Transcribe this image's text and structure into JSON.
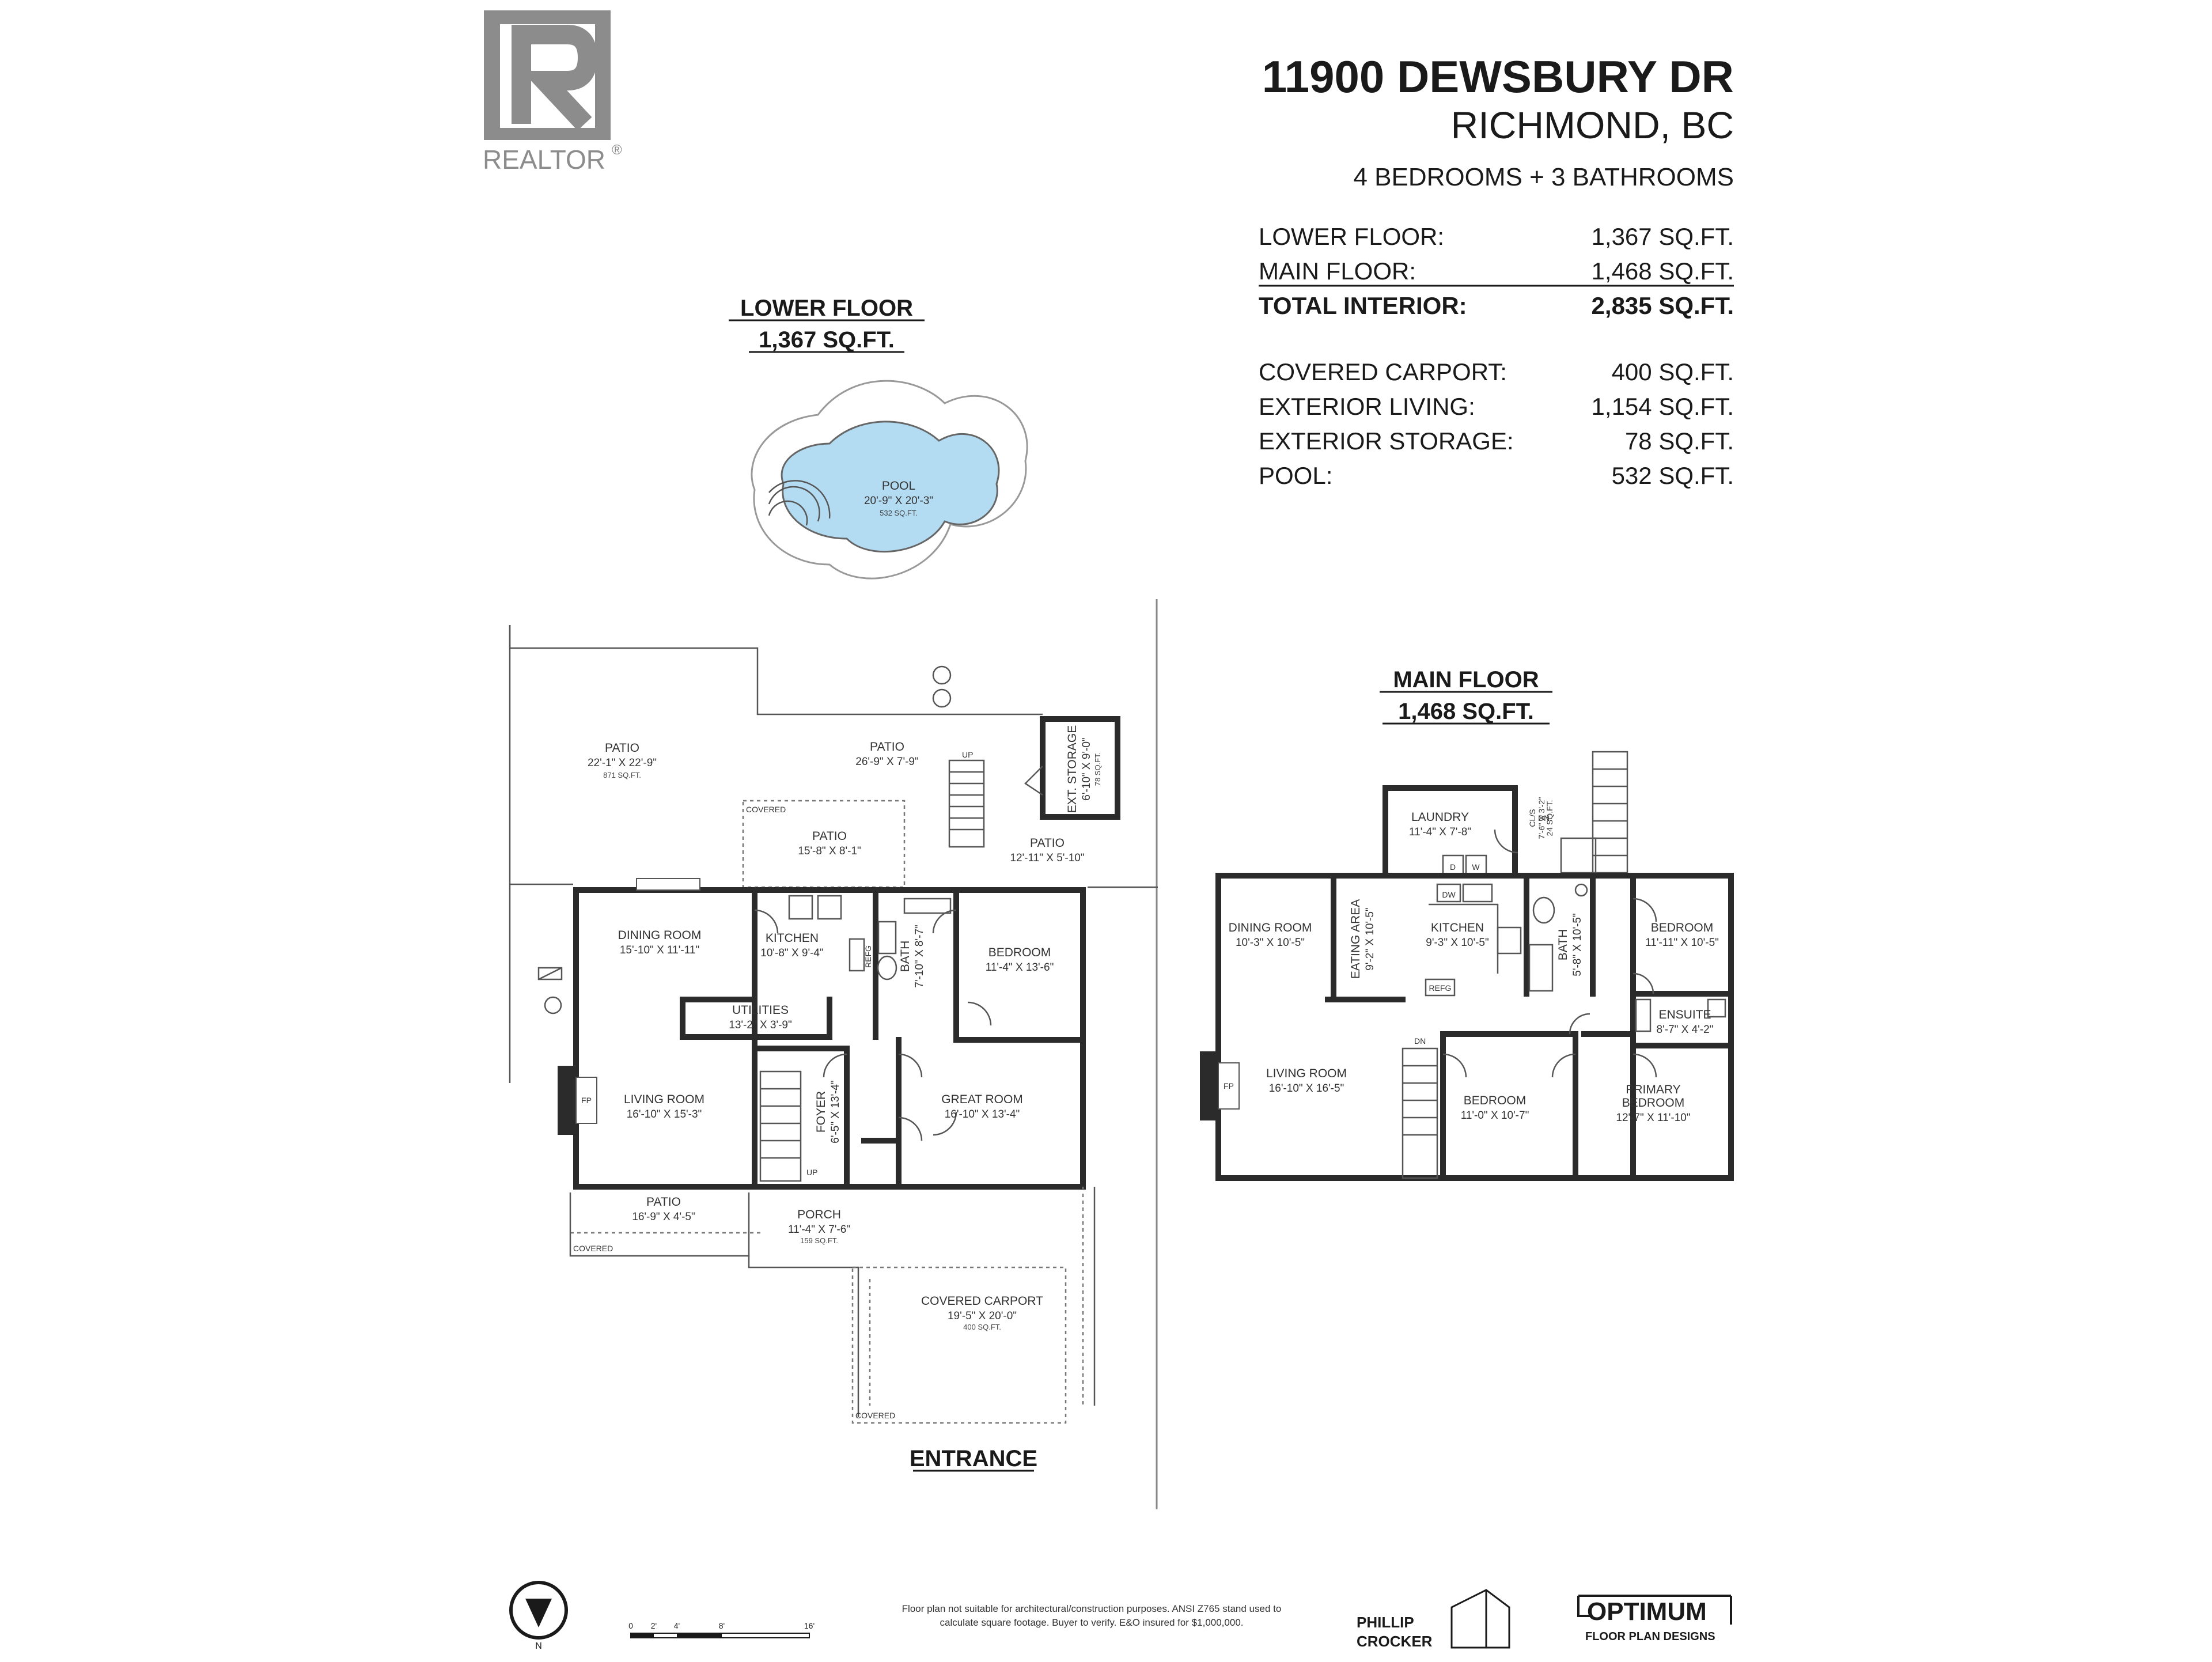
{
  "logo": {
    "brand": "REALTOR",
    "mark": "®"
  },
  "header": {
    "address": "11900 DEWSBURY DR",
    "city": "RICHMOND, BC",
    "summary": "4 BEDROOMS + 3 BATHROOMS"
  },
  "areas": {
    "interior": [
      {
        "label": "LOWER FLOOR:",
        "value": "1,367 SQ.FT."
      },
      {
        "label": "MAIN FLOOR:",
        "value": "1,468 SQ.FT."
      }
    ],
    "total": {
      "label": "TOTAL INTERIOR:",
      "value": "2,835 SQ.FT."
    },
    "exterior": [
      {
        "label": "COVERED CARPORT:",
        "value": "400 SQ.FT."
      },
      {
        "label": "EXTERIOR LIVING:",
        "value": "1,154 SQ.FT."
      },
      {
        "label": "EXTERIOR STORAGE:",
        "value": "78 SQ.FT."
      },
      {
        "label": "POOL:",
        "value": "532 SQ.FT."
      }
    ]
  },
  "lower_floor": {
    "title": "LOWER FLOOR",
    "area": "1,367 SQ.FT.",
    "rooms": {
      "pool": {
        "name": "POOL",
        "dim": "20'-9\" X 20'-3\"",
        "sqft": "532 SQ.FT."
      },
      "patio_large": {
        "name": "PATIO",
        "dim": "22'-1\" X 22'-9\"",
        "sqft": "871 SQ.FT."
      },
      "patio_top": {
        "name": "PATIO",
        "dim": "26'-9\" X 7'-9\""
      },
      "patio_covered": {
        "name": "PATIO",
        "dim": "15'-8\" X 8'-1\""
      },
      "patio_side": {
        "name": "PATIO",
        "dim": "12'-11\" X 5'-10\""
      },
      "ext_storage": {
        "name": "EXT. STORAGE",
        "dim": "6'-10\" X 9'-0\"",
        "sqft": "78 SQ.FT."
      },
      "dining": {
        "name": "DINING ROOM",
        "dim": "15'-10\" X 11'-11\""
      },
      "kitchen": {
        "name": "KITCHEN",
        "dim": "10'-8\" X 9'-4\""
      },
      "bath": {
        "name": "BATH",
        "dim": "7'-10\" X 8'-7\""
      },
      "bedroom": {
        "name": "BEDROOM",
        "dim": "11'-4\" X 13'-6\""
      },
      "utilities": {
        "name": "UTILITIES",
        "dim": "13'-2\" X 3'-9\""
      },
      "living": {
        "name": "LIVING ROOM",
        "dim": "16'-10\" X 15'-3\""
      },
      "foyer": {
        "name": "FOYER",
        "dim": "6'-5\" X 13'-4\""
      },
      "great": {
        "name": "GREAT ROOM",
        "dim": "16'-10\" X 13'-4\""
      },
      "patio_front": {
        "name": "PATIO",
        "dim": "16'-9\" X 4'-5\""
      },
      "porch": {
        "name": "PORCH",
        "dim": "11'-4\" X 7'-6\"",
        "sqft": "159 SQ.FT."
      },
      "carport": {
        "name": "COVERED CARPORT",
        "dim": "19'-5\" X 20'-0\"",
        "sqft": "400 SQ.FT."
      }
    },
    "labels": {
      "covered": "COVERED",
      "up": "UP",
      "fp": "FP",
      "refg": "REFG"
    },
    "entrance": "ENTRANCE"
  },
  "main_floor": {
    "title": "MAIN FLOOR",
    "area": "1,468 SQ.FT.",
    "rooms": {
      "laundry": {
        "name": "LAUNDRY",
        "dim": "11'-4\" X 7'-8\""
      },
      "closet": {
        "name": "CL/S",
        "dim": "7'-6\" X 3'-2\"",
        "sqft": "24 SQ.FT."
      },
      "dining": {
        "name": "DINING ROOM",
        "dim": "10'-3\" X 10'-5\""
      },
      "eating": {
        "name": "EATING AREA",
        "dim": "9'-2\" X 10'-5\""
      },
      "kitchen": {
        "name": "KITCHEN",
        "dim": "9'-3\" X 10'-5\""
      },
      "bath": {
        "name": "BATH",
        "dim": "5'-8\" X 10'-5\""
      },
      "bedroom_ne": {
        "name": "BEDROOM",
        "dim": "11'-11\" X 10'-5\""
      },
      "ensuite": {
        "name": "ENSUITE",
        "dim": "8'-7\" X 4'-2\""
      },
      "living": {
        "name": "LIVING ROOM",
        "dim": "16'-10\" X 16'-5\""
      },
      "bedroom_mid": {
        "name": "BEDROOM",
        "dim": "11'-0\" X 10'-7\""
      },
      "primary": {
        "name1": "PRIMARY",
        "name2": "BEDROOM",
        "dim": "12'-7\" X 11'-10\""
      }
    },
    "labels": {
      "dn": "DN",
      "d": "D",
      "w": "W",
      "dw": "DW",
      "refg": "REFG",
      "fp": "FP"
    }
  },
  "footer": {
    "disclaimer_1": "Floor plan not suitable for architectural/construction purposes. ANSI Z765 stand used to",
    "disclaimer_2": "calculate square footage. Buyer to verify. E&O insured for $1,000,000.",
    "scale": [
      "0",
      "2'",
      "4'",
      "8'",
      "16'"
    ],
    "north": "N",
    "photographer_1": "PHILLIP",
    "photographer_2": "CROCKER",
    "brand_1": "OPTIMUM",
    "brand_2": "FLOOR PLAN DESIGNS"
  }
}
